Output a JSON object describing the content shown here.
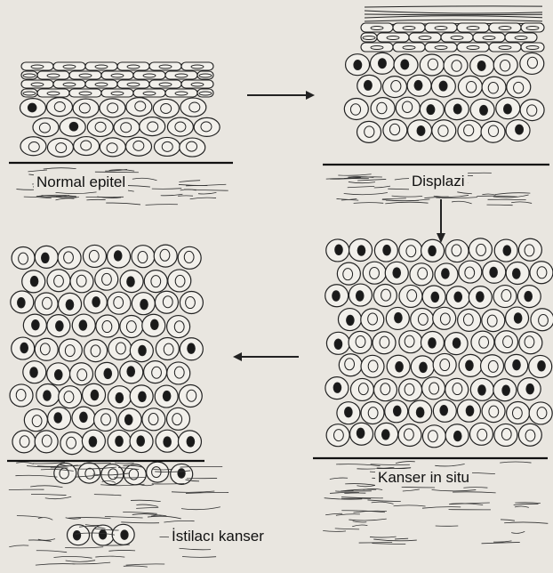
{
  "stages": {
    "normal": "Normal epitel",
    "dysplasia": "Displazi",
    "in_situ": "Kanser in situ",
    "invasive": "İstilacı kanser"
  }
}
